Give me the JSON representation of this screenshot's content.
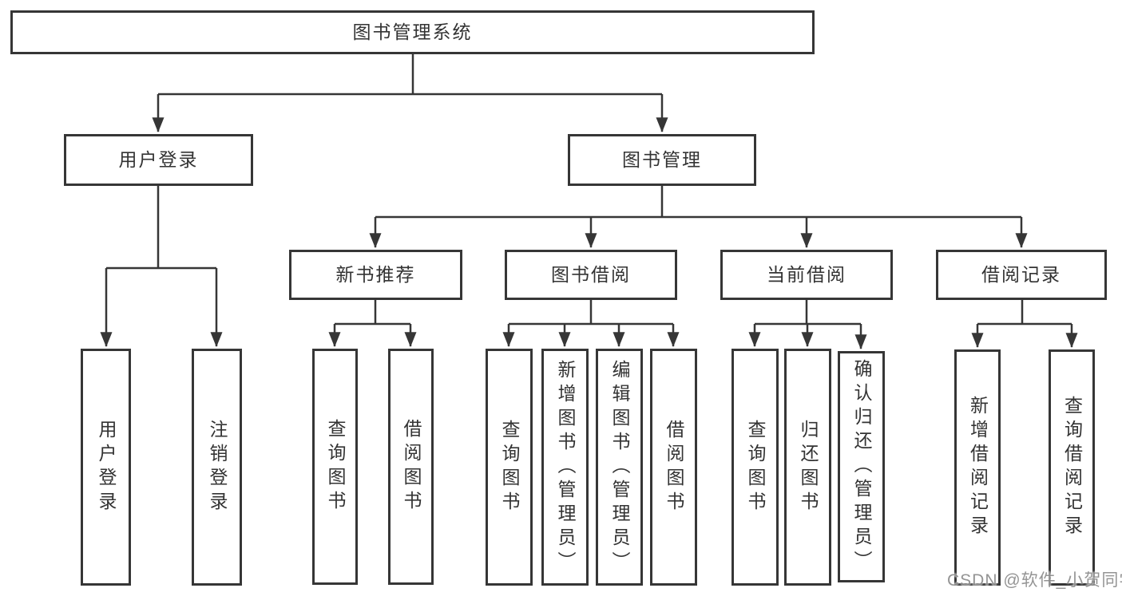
{
  "nodes": {
    "root": {
      "label": "图书管理系统"
    },
    "user_login": {
      "label": "用户登录"
    },
    "book_mgmt": {
      "label": "图书管理"
    },
    "new_book": {
      "label": "新书推荐"
    },
    "borrow": {
      "label": "图书借阅"
    },
    "current": {
      "label": "当前借阅"
    },
    "records": {
      "label": "借阅记录"
    },
    "leaves": {
      "user_login": {
        "label": "用户登录"
      },
      "logout": {
        "label": "注销登录"
      },
      "nb_query": {
        "label": "查询图书"
      },
      "nb_borrow": {
        "label": "借阅图书"
      },
      "bb_query": {
        "label": "查询图书"
      },
      "bb_add": {
        "label": "新增图书（管理员）"
      },
      "bb_edit": {
        "label": "编辑图书（管理员）"
      },
      "bb_borrow": {
        "label": "借阅图书"
      },
      "cb_query": {
        "label": "查询图书"
      },
      "cb_return": {
        "label": "归还图书"
      },
      "cb_confirm": {
        "label": "确认归还（管理员）"
      },
      "br_add": {
        "label": "新增借阅记录"
      },
      "br_query": {
        "label": "查询借阅记录"
      }
    }
  },
  "watermark": {
    "text": "CSDN @软件_小贺同学"
  },
  "colors": {
    "line": "#363636",
    "border": "#363636",
    "text": "#333333",
    "background": "#ffffff",
    "watermark": "#8f8f8f"
  }
}
